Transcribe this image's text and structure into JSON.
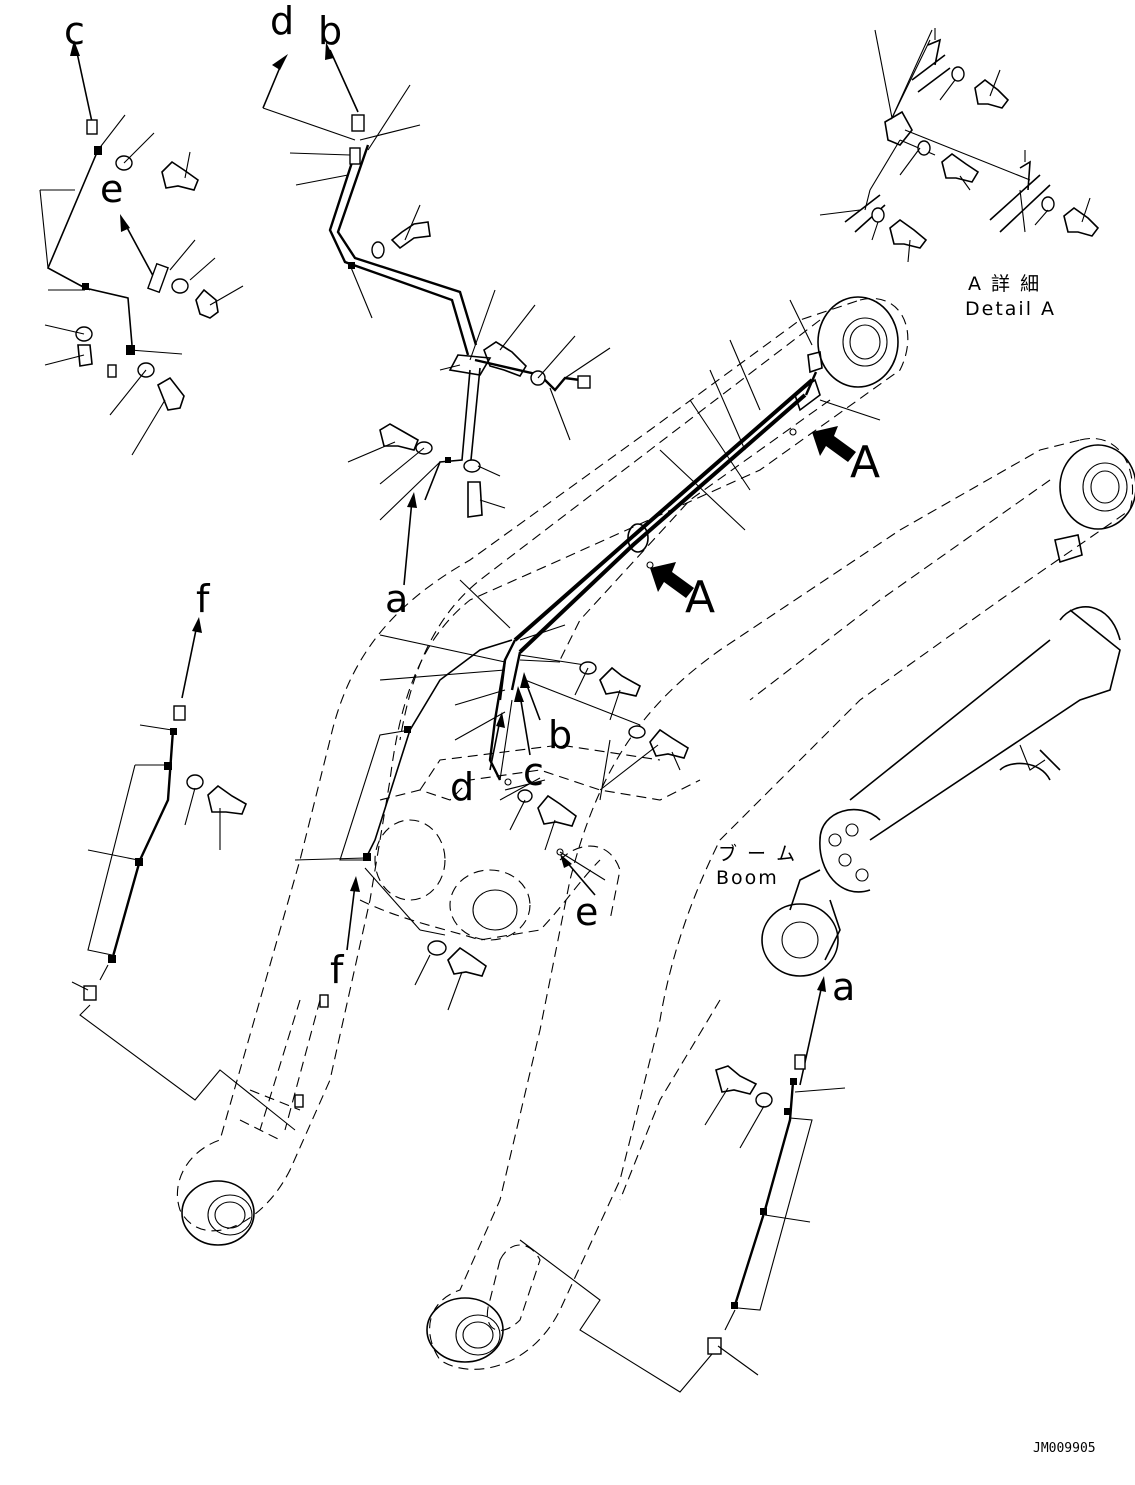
{
  "labels": {
    "a": "a",
    "b": "b",
    "c": "c",
    "d": "d",
    "e": "e",
    "f": "f",
    "A": "A"
  },
  "detail": {
    "title_jp": "A 詳 細",
    "title_en": "Detail A"
  },
  "boom": {
    "label_jp": "ブ ー ム",
    "label_en": "Boom"
  },
  "drawing_code": "JM009905"
}
